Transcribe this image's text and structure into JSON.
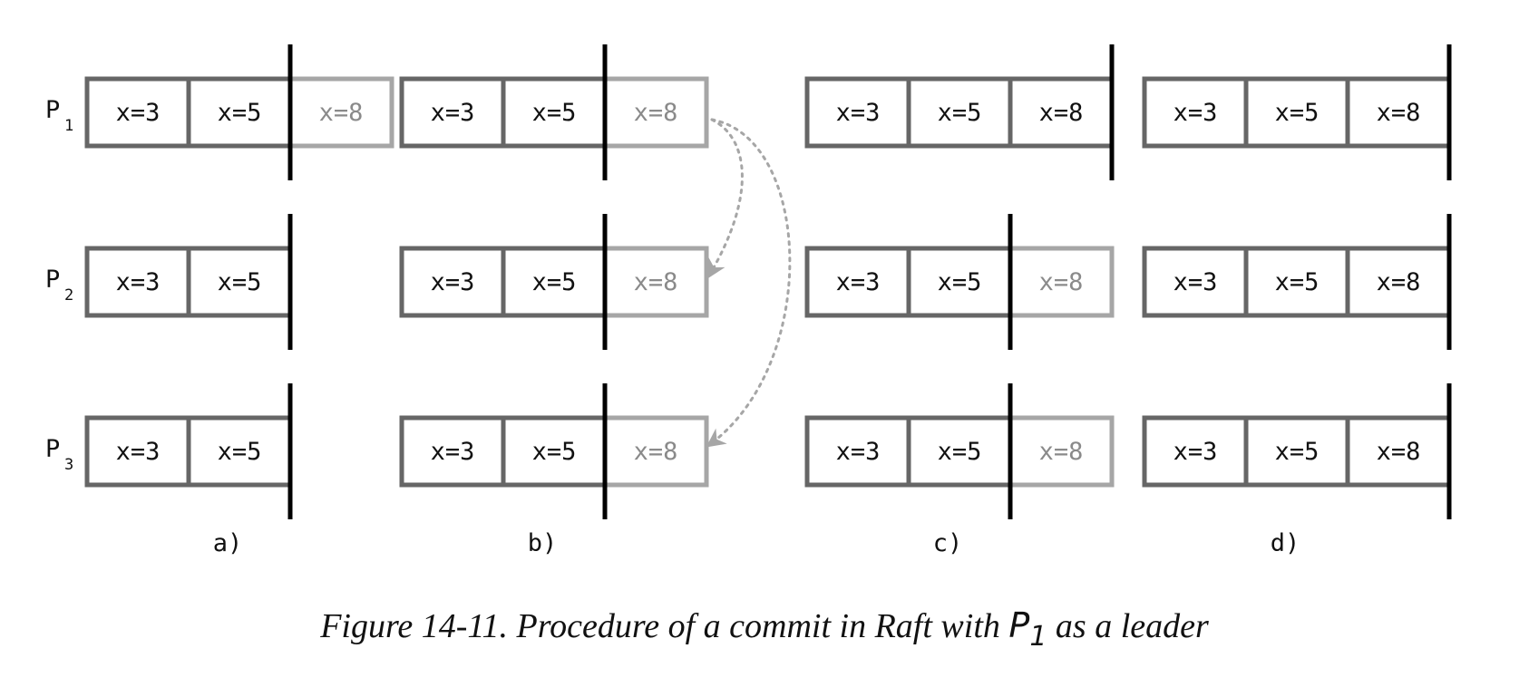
{
  "rows": [
    {
      "label": "P",
      "sub": "1"
    },
    {
      "label": "P",
      "sub": "2"
    },
    {
      "label": "P",
      "sub": "3"
    }
  ],
  "colors": {
    "committed_border": "#666666",
    "pending_border": "#a6a6a6",
    "committed_text": "#111111",
    "pending_text": "#8a8a8a",
    "commit_marker": "#000000",
    "arrow": "#a6a6a6"
  },
  "panels": [
    {
      "label": "a)",
      "rows": [
        {
          "committed": [
            "x=3",
            "x=5"
          ],
          "pending": [
            "x=8"
          ]
        },
        {
          "committed": [
            "x=3",
            "x=5"
          ],
          "pending": []
        },
        {
          "committed": [
            "x=3",
            "x=5"
          ],
          "pending": []
        }
      ]
    },
    {
      "label": "b)",
      "rows": [
        {
          "committed": [
            "x=3",
            "x=5"
          ],
          "pending": [
            "x=8"
          ]
        },
        {
          "committed": [
            "x=3",
            "x=5"
          ],
          "pending": [
            "x=8"
          ]
        },
        {
          "committed": [
            "x=3",
            "x=5"
          ],
          "pending": [
            "x=8"
          ]
        }
      ],
      "replication": {
        "from_row": 0,
        "to_rows": [
          1,
          2
        ],
        "style": "dotted"
      }
    },
    {
      "label": "c)",
      "rows": [
        {
          "committed": [
            "x=3",
            "x=5",
            "x=8"
          ],
          "pending": []
        },
        {
          "committed": [
            "x=3",
            "x=5"
          ],
          "pending": [
            "x=8"
          ]
        },
        {
          "committed": [
            "x=3",
            "x=5"
          ],
          "pending": [
            "x=8"
          ]
        }
      ]
    },
    {
      "label": "d)",
      "rows": [
        {
          "committed": [
            "x=3",
            "x=5",
            "x=8"
          ],
          "pending": []
        },
        {
          "committed": [
            "x=3",
            "x=5",
            "x=8"
          ],
          "pending": []
        },
        {
          "committed": [
            "x=3",
            "x=5",
            "x=8"
          ],
          "pending": []
        }
      ]
    }
  ],
  "caption": {
    "text": "Figure 14-11. Procedure of a commit in Raft with ",
    "symbol": "P",
    "symbol_sub": "1",
    "text_after": " as a leader"
  }
}
